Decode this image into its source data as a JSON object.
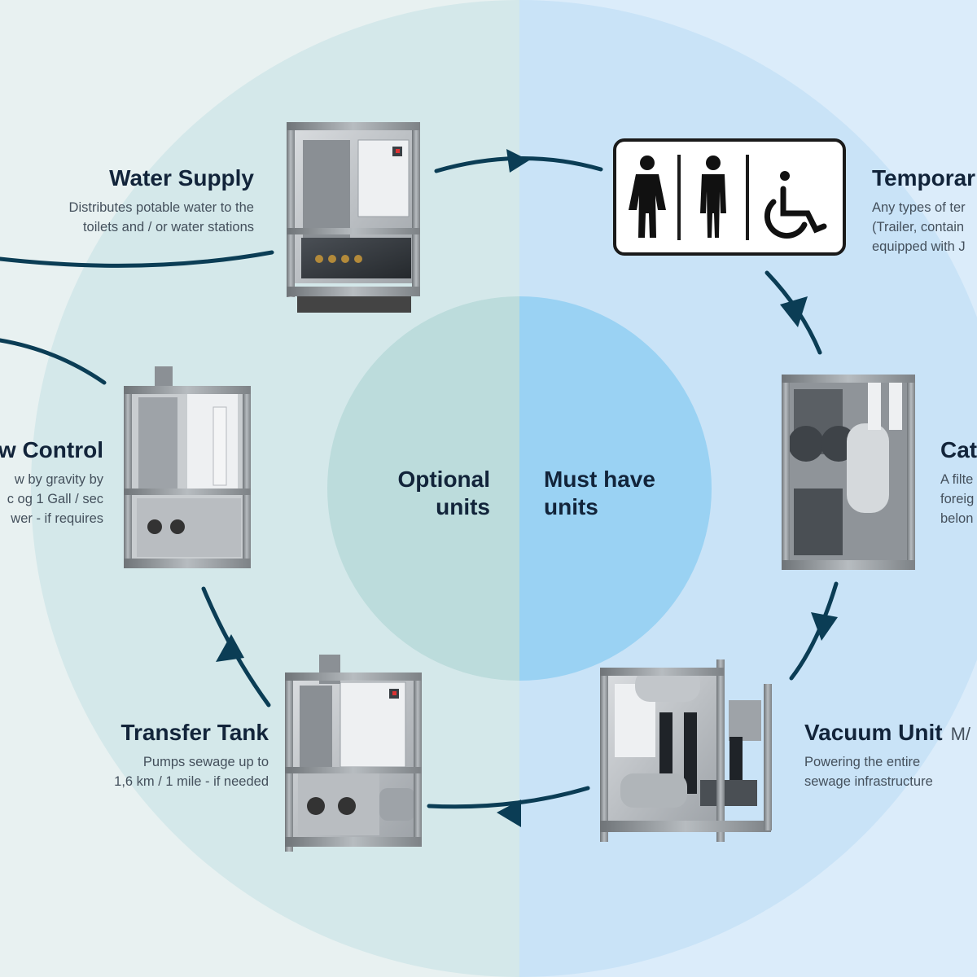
{
  "colors": {
    "left_bg": "#e8f1f1",
    "right_bg": "#dbecfa",
    "left_circle": "#d4e8ea",
    "right_circle": "#c9e3f7",
    "left_inner": "#bcdcdc",
    "right_inner": "#9ad2f3",
    "arrow": "#0b3d55",
    "text": "#12243a"
  },
  "center": {
    "left_line1": "Optional",
    "left_line2": "units",
    "right_line1": "Must have",
    "right_line2": "units"
  },
  "units": {
    "water_supply": {
      "title": "Water Supply",
      "desc1": "Distributes potable water to the",
      "desc2": "toilets and / or water stations"
    },
    "temporary": {
      "title": "Temporar",
      "desc1": "Any types of ter",
      "desc2": "(Trailer, contain",
      "desc3": "equipped with J"
    },
    "flow_control": {
      "title": "w Control",
      "desc1": "w by gravity by",
      "desc2": "c og 1 Gall / sec",
      "desc3": "wer - if requires"
    },
    "catch": {
      "title": "Cat",
      "desc1": "A filte",
      "desc2": "foreig",
      "desc3": "belon"
    },
    "transfer_tank": {
      "title": "Transfer Tank",
      "desc1": "Pumps sewage up to",
      "desc2": "1,6 km / 1 mile - if needed"
    },
    "vacuum_unit": {
      "title": "Vacuum Unit",
      "suffix": "M/",
      "desc1": "Powering the entire",
      "desc2": "sewage infrastructure"
    }
  },
  "icons": [
    "woman-icon",
    "man-icon",
    "wheelchair-icon"
  ]
}
